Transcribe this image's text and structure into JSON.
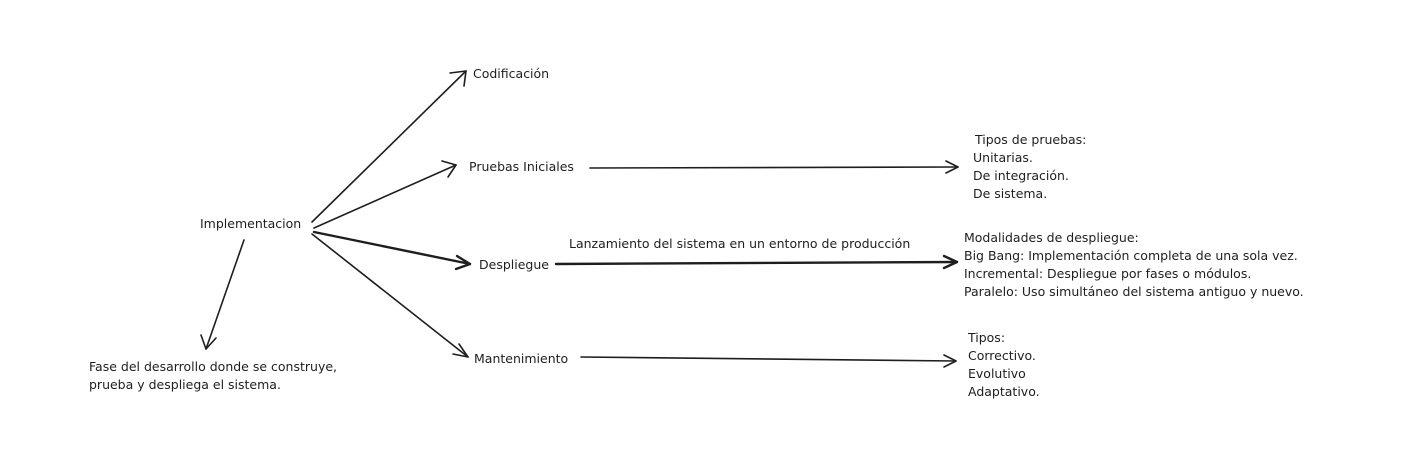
{
  "diagram": {
    "root": "Implementacion",
    "description_lines": [
      "Fase del desarrollo donde se construye,",
      "prueba y despliega el sistema."
    ],
    "branches": {
      "codificacion": "Codificación",
      "pruebas": "Pruebas Iniciales",
      "despliegue": "Despliegue",
      "mantenimiento": "Mantenimiento"
    },
    "edge_label_despliegue": "Lanzamiento del sistema en un entorno de producción",
    "pruebas_details": {
      "heading": "Tipos de pruebas:",
      "items": [
        "Unitarias.",
        "De integración.",
        "De sistema."
      ]
    },
    "despliegue_details": {
      "heading": "Modalidades de despliegue:",
      "items": [
        "Big Bang: Implementación completa de una sola vez.",
        "Incremental: Despliegue por fases o módulos.",
        "Paralelo: Uso simultáneo del sistema antiguo y nuevo."
      ]
    },
    "mantenimiento_details": {
      "heading": "Tipos:",
      "items": [
        "Correctivo.",
        "Evolutivo",
        "Adaptativo."
      ]
    }
  }
}
